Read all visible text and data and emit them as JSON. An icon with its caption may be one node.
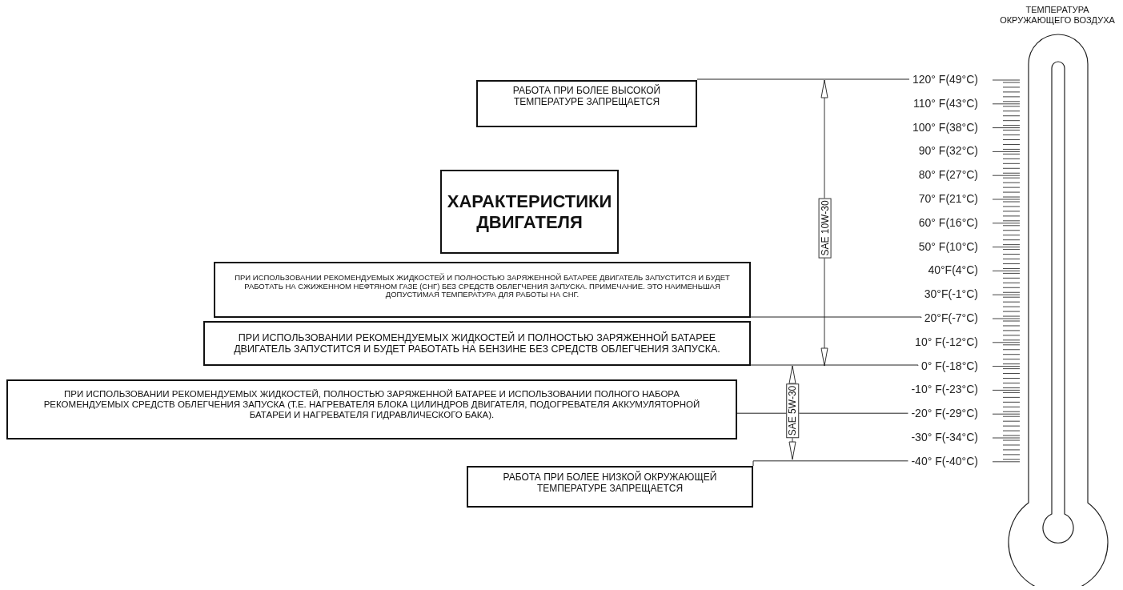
{
  "diagram": {
    "nodes": [
      {
        "text": [
          "РАБОТА ПРИ БОЛЕЕ ВЫСОКОЙ ТЕМПЕРАТУРЕ ЗАПРЕЩАЕТСЯ"
        ]
      },
      {
        "text": [
          "ХАРАКТЕРИСТИКИ ДВИГАТЕЛЯ"
        ]
      },
      {
        "text": [
          "ПРИ ИСПОЛЬЗОВАНИИ РЕКОМЕНДУЕМЫХ ЖИДКОСТЕЙ И ПОЛНОСТЬЮ ЗАРЯЖЕННОЙ БАТАРЕЕ ДВИГАТЕЛЬ ЗАПУСТИТСЯ И БУДЕТ РАБОТАТЬ НА СЖИЖЕННОМ НЕФТЯНОМ ГАЗЕ (СНГ) БЕЗ СРЕДСТВ ОБЛЕГЧЕНИЯ ЗАПУСКА. ПРИМЕЧАНИЕ. ЭТО НАИМЕНЬШАЯ ДОПУСТИМАЯ ТЕМПЕРАТУРА ДЛЯ РАБОТЫ НА СНГ."
        ]
      },
      {
        "text": [
          "ПРИ ИСПОЛЬЗОВАНИИ РЕКОМЕНДУЕМЫХ ЖИДКОСТЕЙ И ПОЛНОСТЬЮ ЗАРЯЖЕННОЙ БАТАРЕЕ ДВИГАТЕЛЬ ЗАПУСТИТСЯ И БУДЕТ РАБОТАТЬ НА БЕНЗИНЕ БЕЗ СРЕДСТВ ОБЛЕГЧЕНИЯ ЗАПУСКА."
        ]
      },
      {
        "text": [
          "ПРИ ИСПОЛЬЗОВАНИИ РЕКОМЕНДУЕМЫХ ЖИДКОСТЕЙ, ПОЛНОСТЬЮ ЗАРЯЖЕННОЙ БАТАРЕЕ И ИСПОЛЬЗОВАНИИ ПОЛНОГО НАБОРА РЕКОМЕНДУЕМЫХ СРЕДСТВ ОБЛЕГЧЕНИЯ ЗАПУСКА (Т.Е. НАГРЕВАТЕЛЯ БЛОКА ЦИЛИНДРОВ ДВИГАТЕЛЯ, ПОДОГРЕВАТЕЛЯ АККУМУЛЯТОРНОЙ БАТАРЕИ И НАГРЕВАТЕЛЯ ГИДРАВЛИЧЕСКОГО БАКА)."
        ]
      },
      {
        "text": [
          "РАБОТА ПРИ БОЛЕЕ НИЗКОЙ ОКРУЖАЮЩЕЙ ТЕМПЕРАТУРЕ ЗАПРЕЩАЕТСЯ"
        ]
      },
      {
        "text": [
          "120° F(49°C)"
        ]
      },
      {
        "text": [
          "110° F(43°C)"
        ]
      },
      {
        "text": [
          "100° F(38°C)"
        ]
      },
      {
        "text": [
          "90° F(32°C)"
        ]
      },
      {
        "text": [
          "80° F(27°C)"
        ]
      },
      {
        "text": [
          "70° F(21°C)"
        ]
      },
      {
        "text": [
          "60° F(16°C)"
        ]
      },
      {
        "text": [
          "50° F(10°C)"
        ]
      },
      {
        "text": [
          "40°F(4°C)"
        ]
      },
      {
        "text": [
          "30°F(-1°C)"
        ]
      },
      {
        "text": [
          "20°F(-7°C)"
        ]
      },
      {
        "text": [
          "10° F(-12°C)"
        ]
      },
      {
        "text": [
          "0° F(-18°C)"
        ]
      },
      {
        "text": [
          "-10° F(-23°C)"
        ]
      },
      {
        "text": [
          "-20° F(-29°C)"
        ]
      },
      {
        "text": [
          "-30° F(-34°C)"
        ]
      },
      {
        "text": [
          "-40° F(-40°C)"
        ]
      },
      {
        "text": [
          "ТЕМПЕРАТУРА ОКРУЖАЮЩЕГО ВОЗДУХА"
        ]
      }
    ],
    "edges": [
      {
        "from": 0,
        "to": 6,
        "arrow": "none"
      },
      {
        "from": 2,
        "to": 16,
        "arrow": "none"
      },
      {
        "from": 3,
        "to": 18,
        "arrow": "none"
      },
      {
        "from": 4,
        "to": 20,
        "arrow": "none"
      },
      {
        "from": 5,
        "to": 22,
        "arrow": "none"
      }
    ],
    "labels": [
      "SAE 10W-30",
      "SAE 5W-30"
    ]
  }
}
